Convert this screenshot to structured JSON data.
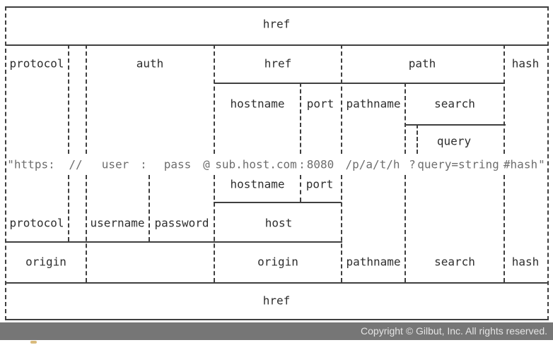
{
  "diagram": {
    "description": "URL components structure diagram (legacy url.parse names on top, WHATWG URL names on bottom)",
    "url_display": "\"https:  //  user : pass @sub.host.com: 8080 /p/a/t/h ? query=string #hash\"",
    "cells": [
      {
        "id": "href-top",
        "label": "href"
      },
      {
        "id": "protocol-legacy",
        "label": "protocol"
      },
      {
        "id": "auth",
        "label": "auth"
      },
      {
        "id": "href-host",
        "label": "href"
      },
      {
        "id": "path",
        "label": "path"
      },
      {
        "id": "hash-legacy",
        "label": "hash"
      },
      {
        "id": "hostname-legacy",
        "label": "hostname"
      },
      {
        "id": "port-legacy",
        "label": "port"
      },
      {
        "id": "pathname-legacy",
        "label": "pathname"
      },
      {
        "id": "search-legacy",
        "label": "search"
      },
      {
        "id": "query",
        "label": "query"
      },
      {
        "id": "hostname-whatwg",
        "label": "hostname"
      },
      {
        "id": "port-whatwg",
        "label": "port"
      },
      {
        "id": "protocol-whatwg",
        "label": "protocol"
      },
      {
        "id": "username",
        "label": "username"
      },
      {
        "id": "password",
        "label": "password"
      },
      {
        "id": "host",
        "label": "host"
      },
      {
        "id": "origin-left",
        "label": "origin"
      },
      {
        "id": "origin-host",
        "label": "origin"
      },
      {
        "id": "pathname-whatwg",
        "label": "pathname"
      },
      {
        "id": "search-whatwg",
        "label": "search"
      },
      {
        "id": "hash-whatwg",
        "label": "hash"
      },
      {
        "id": "href-bottom",
        "label": "href"
      }
    ],
    "url_tokens": [
      {
        "text": "\"https:"
      },
      {
        "text": "//"
      },
      {
        "text": "user"
      },
      {
        "text": ":"
      },
      {
        "text": "pass"
      },
      {
        "text": "@"
      },
      {
        "text": "sub.host.com"
      },
      {
        "text": ":"
      },
      {
        "text": "8080"
      },
      {
        "text": "/p/a/t/h"
      },
      {
        "text": "?"
      },
      {
        "text": "query=string"
      },
      {
        "text": "#hash"
      },
      {
        "text": "\""
      }
    ]
  },
  "footer": {
    "copyright": "Copyright © Gilbut, Inc. All rights reserved."
  },
  "colors": {
    "line": "#3f3f3f",
    "label_text": "#2e2e2e",
    "url_text": "#6e6e6e",
    "footer_bg": "#767676",
    "footer_text": "#e4e4e4",
    "background": "#ffffff"
  }
}
